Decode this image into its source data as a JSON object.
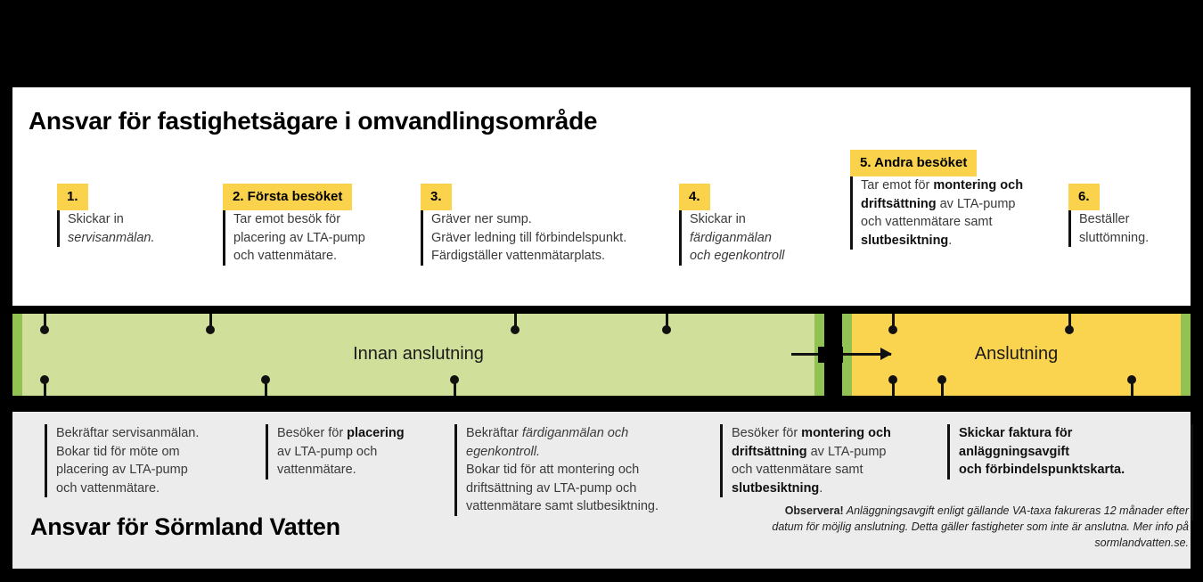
{
  "top": {
    "title": "Ansvar för fastighetsägare i omvandlingsområde",
    "steps": [
      {
        "badge": "1.",
        "lines": [
          "Skickar in",
          "<i>servisanmälan.</i>"
        ]
      },
      {
        "badge": "2. Första besöket",
        "lines": [
          "Tar emot besök för",
          "placering av LTA-pump",
          "och vattenmätare."
        ]
      },
      {
        "badge": "3.",
        "lines": [
          "Gräver ner sump.",
          "Gräver ledning till förbindelspunkt.",
          "Färdigställer vattenmätarplats."
        ]
      },
      {
        "badge": "4.",
        "lines": [
          "Skickar in",
          "<i>färdiganmälan</i>",
          "<i>och egenkontroll</i>"
        ]
      },
      {
        "badge": "5. Andra besöket",
        "lines": [
          "Tar emot för <b>montering och</b>",
          "<b>driftsättning</b> av LTA-pump",
          "och vattenmätare samt",
          "<b>slutbesiktning</b>."
        ]
      },
      {
        "badge": "6.",
        "lines": [
          "Beställer",
          "sluttömning."
        ]
      }
    ]
  },
  "timeline": {
    "phase_before": "Innan anslutning",
    "phase_connection": "Anslutning",
    "green_color": "#d0e09b",
    "yellow_color": "#fbd44f",
    "edge_color": "#92c254",
    "arrow_icon": "right-arrow-icon"
  },
  "bottom": {
    "title": "Ansvar för Sörmland Vatten",
    "columns": [
      {
        "lines": [
          "Bekräftar servisanmälan.",
          "Bokar tid för möte om",
          "placering av LTA-pump",
          "och vattenmätare."
        ]
      },
      {
        "lines": [
          "Besöker för <b>placering</b>",
          "av LTA-pump och",
          "vattenmätare."
        ]
      },
      {
        "lines": [
          "Bekräftar <i>färdiganmälan och</i>",
          "<i>egenkontroll.</i>",
          "Bokar tid för att montering och",
          "driftsättning av LTA-pump och",
          "vattenmätare samt slutbesiktning."
        ]
      },
      {
        "lines": [
          "Besöker för <b>montering och</b>",
          "<b>driftsättning</b> av LTA-pump",
          "och vattenmätare samt",
          "<b>slutbesiktning</b>."
        ]
      },
      {
        "lines": [
          "<b>Skickar faktura för</b>",
          "<b>anläggningsavgift</b>",
          "<b>och förbindelspunktskarta.</b>"
        ]
      }
    ],
    "note": "<b>Observera!</b> Anläggningsavgift enligt gällande VA-taxa fakureras 12 månader efter datum för möjlig anslutning. Detta gäller fastigheter som inte är anslutna. Mer info på sormlandvatten.se."
  }
}
